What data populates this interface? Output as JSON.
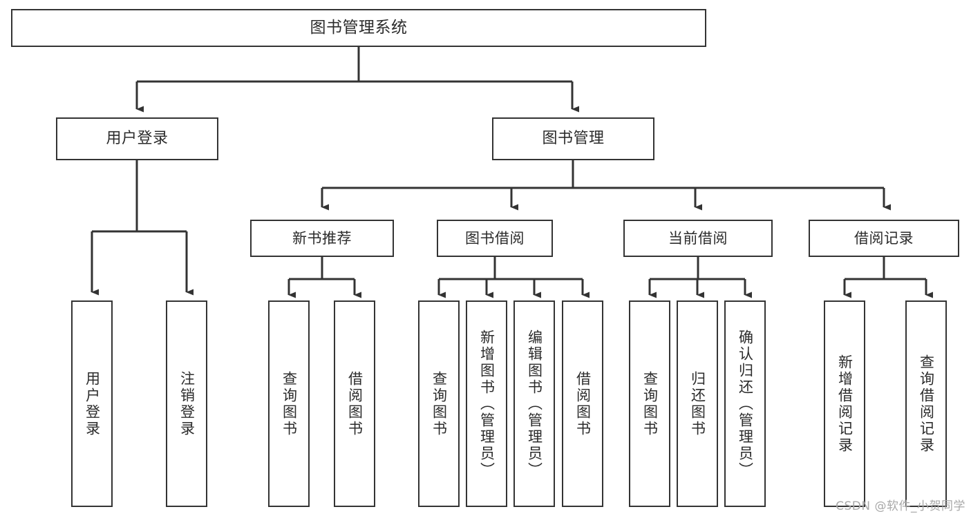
{
  "diagram": {
    "title": "图书管理系统",
    "type": "tree-hierarchy-chart",
    "watermark": "CSDN @软件_小贺同学",
    "root": {
      "id": "root",
      "label": "图书管理系统"
    },
    "tier2": [
      {
        "id": "user-login",
        "label": "用户登录"
      },
      {
        "id": "book-manage",
        "label": "图书管理"
      }
    ],
    "tier3": [
      {
        "id": "new-book-rec",
        "label": "新书推荐",
        "parent": "book-manage"
      },
      {
        "id": "book-borrow",
        "label": "图书借阅",
        "parent": "book-manage"
      },
      {
        "id": "current-borrow",
        "label": "当前借阅",
        "parent": "book-manage"
      },
      {
        "id": "borrow-record",
        "label": "借阅记录",
        "parent": "book-manage"
      }
    ],
    "leaves": [
      {
        "id": "leaf-user-login",
        "label": "用户登录",
        "parent": "user-login"
      },
      {
        "id": "leaf-user-logout",
        "label": "注销登录",
        "parent": "user-login"
      },
      {
        "id": "leaf-query-book-1",
        "label": "查询图书",
        "parent": "new-book-rec"
      },
      {
        "id": "leaf-borrow-book-1",
        "label": "借阅图书",
        "parent": "new-book-rec"
      },
      {
        "id": "leaf-query-book-2",
        "label": "查询图书",
        "parent": "book-borrow"
      },
      {
        "id": "leaf-add-book",
        "label": "新增图书（管理员）",
        "parent": "book-borrow"
      },
      {
        "id": "leaf-edit-book",
        "label": "编辑图书（管理员）",
        "parent": "book-borrow"
      },
      {
        "id": "leaf-borrow-book-2",
        "label": "借阅图书",
        "parent": "book-borrow"
      },
      {
        "id": "leaf-query-book-3",
        "label": "查询图书",
        "parent": "current-borrow"
      },
      {
        "id": "leaf-return-book",
        "label": "归还图书",
        "parent": "current-borrow"
      },
      {
        "id": "leaf-confirm-return",
        "label": "确认归还（管理员）",
        "parent": "current-borrow"
      },
      {
        "id": "leaf-add-record",
        "label": "新增借阅记录",
        "parent": "borrow-record"
      },
      {
        "id": "leaf-query-record",
        "label": "查询借阅记录",
        "parent": "borrow-record"
      }
    ],
    "colors": {
      "stroke": "#333333",
      "fill": "#ffffff",
      "text": "#2b2b2b",
      "watermark": "#a8a8a8"
    }
  }
}
